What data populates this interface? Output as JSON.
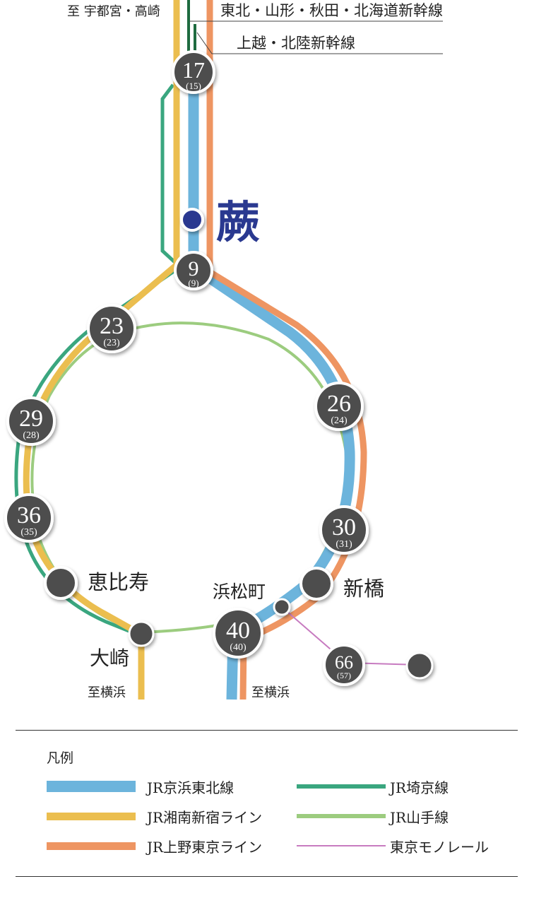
{
  "colors": {
    "keihin_tohoku": "#6cb4dc",
    "shonan_shinjuku": "#ebbe4f",
    "ueno_tokyo": "#ee9562",
    "saikyo": "#3aa67f",
    "yamanote": "#9ccc7f",
    "monorail": "#c77bc0",
    "shinkansen": "#1e6b3f",
    "station_fill": "#4d4d4d",
    "warabi_fill": "#2a3990",
    "warabi_text": "#2a3990"
  },
  "top_labels": {
    "utsunomiya_takasaki": "至 宇都宮・高崎",
    "shinkansen_tohoku": "東北・山形・秋田・北海道新幹線",
    "shinkansen_joetsu": "上越・北陸新幹線"
  },
  "home_station": {
    "name": "蕨"
  },
  "stations": [
    {
      "id": "omiya",
      "time": "17",
      "sub": "(15)"
    },
    {
      "id": "akabane",
      "time": "9",
      "sub": "(9)"
    },
    {
      "id": "ikebukuro",
      "time": "23",
      "sub": "(23)"
    },
    {
      "id": "shinjuku",
      "time": "29",
      "sub": "(28)"
    },
    {
      "id": "shibuya",
      "time": "36",
      "sub": "(35)"
    },
    {
      "id": "ueno",
      "time": "26",
      "sub": "(24)"
    },
    {
      "id": "tokyo",
      "time": "30",
      "sub": "(31)"
    },
    {
      "id": "shinagawa",
      "time": "40",
      "sub": "(40)"
    },
    {
      "id": "haneda",
      "time": "66",
      "sub": "(57)"
    }
  ],
  "named_stations": {
    "ebisu": "恵比寿",
    "osaki": "大崎",
    "shimbashi": "新橋",
    "hamamatsucho": "浜松町"
  },
  "direction_labels": {
    "yokohama_left": "至横浜",
    "yokohama_right": "至横浜"
  },
  "legend": {
    "title": "凡例",
    "items": [
      {
        "label": "JR京浜東北線",
        "color": "#6cb4dc",
        "thickness": 18
      },
      {
        "label": "JR湘南新宿ライン",
        "color": "#ebbe4f",
        "thickness": 15
      },
      {
        "label": "JR上野東京ライン",
        "color": "#ee9562",
        "thickness": 15
      },
      {
        "label": "JR埼京線",
        "color": "#3aa67f",
        "thickness": 7
      },
      {
        "label": "JR山手線",
        "color": "#9ccc7f",
        "thickness": 7
      },
      {
        "label": "東京モノレール",
        "color": "#c77bc0",
        "thickness": 3
      }
    ]
  }
}
